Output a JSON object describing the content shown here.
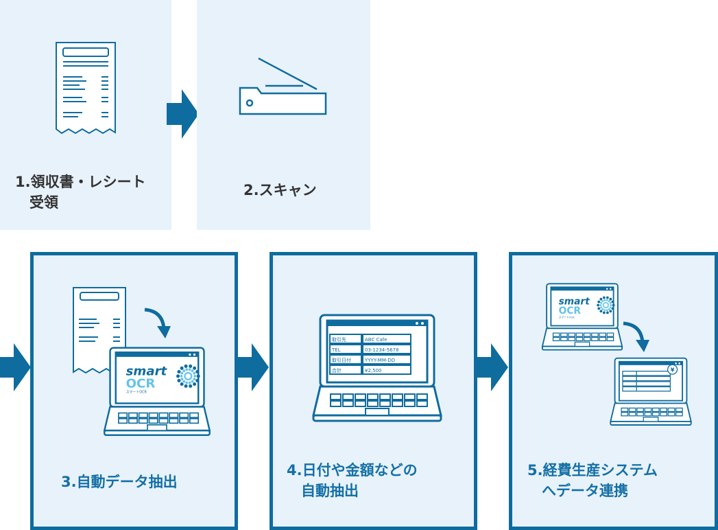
{
  "colors": {
    "accent": "#0f6c9e",
    "background": "#e8f2fb",
    "logo_light": "#62c3ea"
  },
  "steps": [
    {
      "label": "1.領収書・レシート\n　受領"
    },
    {
      "label": "2.スキャン"
    },
    {
      "label": "3.自動データ抽出"
    },
    {
      "label": "4.日付や金額などの\n　自動抽出"
    },
    {
      "label": "5.経費生産システム\n　へデータ連携"
    }
  ],
  "logo": {
    "word1": "smart",
    "word2": "OCR",
    "sub": "スマートOCR"
  },
  "table": {
    "rows": [
      [
        "取引先",
        "ABC Cafe"
      ],
      [
        "TEL",
        "03-1234-5678"
      ],
      [
        "取引日付",
        "YYYY-MM-DD"
      ],
      [
        "合計",
        "¥2,500"
      ]
    ]
  },
  "currency_symbol": "¥"
}
